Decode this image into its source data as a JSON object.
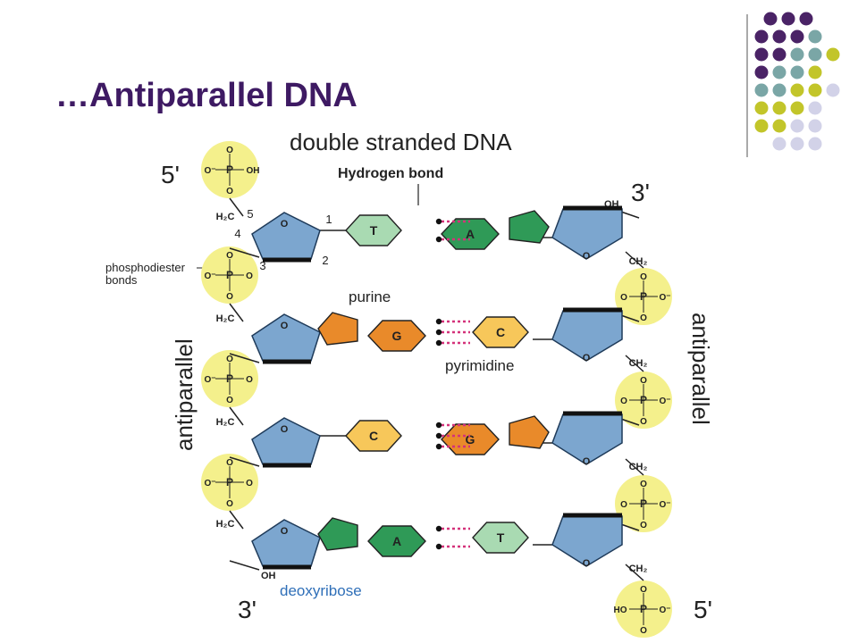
{
  "slide": {
    "title": "…Antiparallel DNA"
  },
  "diagram": {
    "heading": "double stranded DNA",
    "hydrogen_bond_label": "Hydrogen bond",
    "phosphodiester_label_1": "phosphodiester",
    "phosphodiester_label_2": "bonds",
    "purine_label": "purine",
    "pyrimidine_label": "pyrimidine",
    "deoxyribose_label": "deoxyribose",
    "antiparallel_left": "antiparallel",
    "antiparallel_right": "antiparallel",
    "end_top_left": "5'",
    "end_top_right": "3'",
    "end_bottom_left": "3'",
    "end_bottom_right": "5'",
    "oh_top": "OH",
    "oh_bottom": "OH",
    "oh_phosphate_top": "OH",
    "ho_phosphate_bottom": "HO",
    "carbon_numbers": [
      "5",
      "4",
      "1",
      "3",
      "2"
    ],
    "phosphate_atoms": {
      "P": "P",
      "O": "O",
      "Ominus": "O⁻"
    },
    "ch2_left": "H₂C",
    "ch2_right": "CH₂",
    "base_pairs": [
      {
        "left": "T",
        "right": "A"
      },
      {
        "left": "G",
        "right": "C"
      },
      {
        "left": "C",
        "right": "G"
      },
      {
        "left": "A",
        "right": "T"
      }
    ]
  },
  "colors": {
    "title": "#3e1a63",
    "phosphate_fill": "#f4f08c",
    "sugar_fill": "#7ca6cf",
    "adenine_fill": "#2f9a57",
    "thymine_fill": "#a9dab2",
    "guanine_fill": "#e98a2a",
    "cytosine_fill": "#f7c75a",
    "hbond": "#d4327a",
    "deoxyribose_text": "#2f6fb8",
    "dot_purple": "#4a2366",
    "dot_teal": "#7aa6a6",
    "dot_olive": "#c2c52a",
    "dot_lavender": "#d2d2e8"
  }
}
